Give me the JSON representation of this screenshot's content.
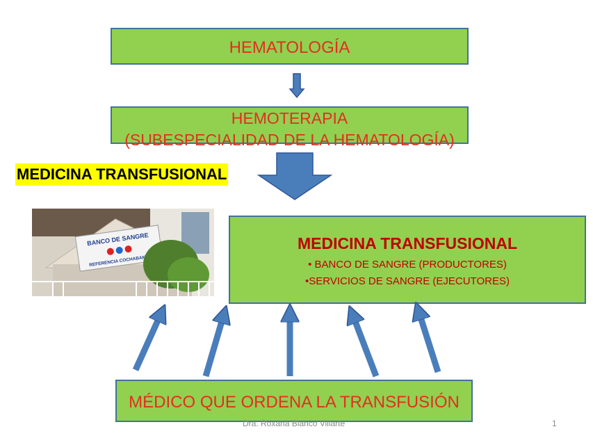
{
  "boxes": {
    "hematologia": "HEMATOLOGÍA",
    "hemoterapia_line1": "HEMOTERAPIA",
    "hemoterapia_line2": "(SUBESPECIALIDAD DE LA HEMATOLOGÍA)",
    "medicina_title": "MEDICINA TRANSFUSIONAL",
    "medicina_item1": "• BANCO DE SANGRE (PRODUCTORES)",
    "medicina_item2": "•SERVICIOS DE SANGRE (EJECUTORES)",
    "medico": "MÉDICO QUE ORDENA LA TRANSFUSIÓN"
  },
  "label": "MEDICINA TRANSFUSIONAL",
  "photo": {
    "sign_top": "BANCO DE SANGRE",
    "sign_bottom": "REFERENCIA COCHABAMBA"
  },
  "footer": {
    "author": "Dra. Roxana Blanco Villarte",
    "page": "1"
  },
  "colors": {
    "box_fill": "#92d050",
    "box_border": "#41719c",
    "text_red": "#e0301e",
    "arrow": "#4a7ebb",
    "highlight": "#ffff00"
  }
}
